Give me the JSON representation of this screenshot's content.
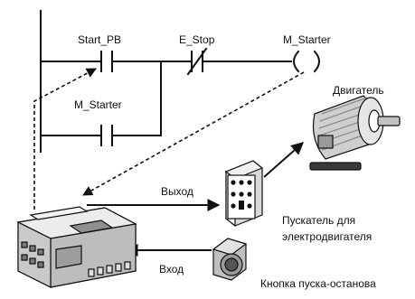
{
  "ladder": {
    "start_pb": "Start_PB",
    "e_stop": "E_Stop",
    "m_starter_coil": "M_Starter",
    "m_starter_contact": "M_Starter"
  },
  "devices": {
    "motor": "Двигатель",
    "output": "Выход",
    "starter_line1": "Пускатель для",
    "starter_line2": "электродвигателя",
    "input": "Вход",
    "button": "Кнопка пуска-останова"
  }
}
